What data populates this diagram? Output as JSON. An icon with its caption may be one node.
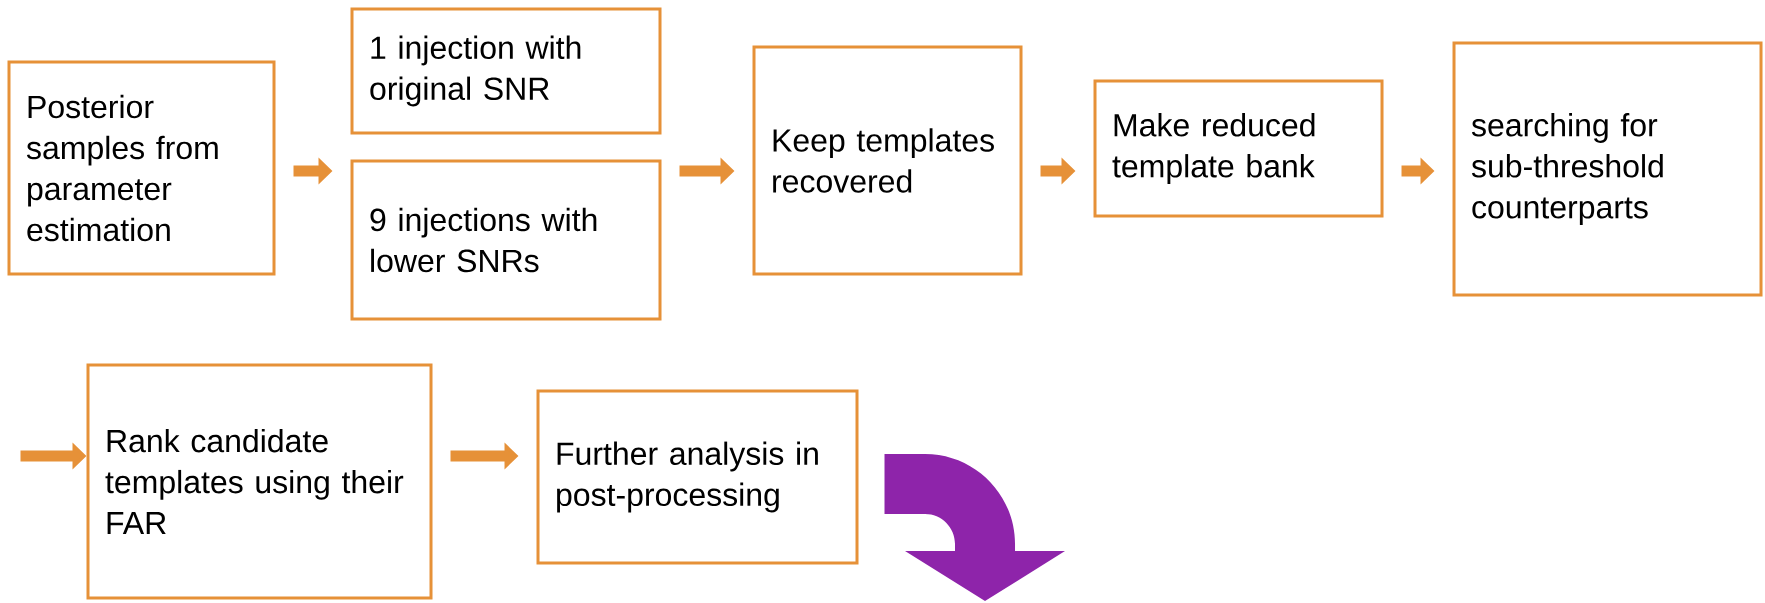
{
  "diagram": {
    "nodes": [
      {
        "text": [
          "Posterior samples from parameter estimation"
        ]
      },
      {
        "text": [
          "1 injection with original SNR"
        ]
      },
      {
        "text": [
          "9 injections with lower SNRs"
        ]
      },
      {
        "text": [
          "Keep templates recovered"
        ]
      },
      {
        "text": [
          "Make reduced template bank"
        ]
      },
      {
        "text": [
          "searching for sub-threshold counterparts"
        ]
      },
      {
        "text": [
          "Rank candidate templates using their FAR"
        ]
      },
      {
        "text": [
          "Further analysis in post-processing"
        ]
      }
    ],
    "edges": [
      {
        "from": 0,
        "to": 2,
        "arrow": "to"
      },
      {
        "from": 2,
        "to": 3,
        "arrow": "to"
      },
      {
        "from": 3,
        "to": 4,
        "arrow": "to"
      },
      {
        "from": 4,
        "to": 5,
        "arrow": "to"
      },
      {
        "from": null,
        "to": 6,
        "arrow": "to"
      },
      {
        "from": 6,
        "to": 7,
        "arrow": "to"
      },
      {
        "from": 7,
        "to": null,
        "arrow": "to",
        "style": "thick",
        "color": "#8e24aa"
      }
    ]
  }
}
